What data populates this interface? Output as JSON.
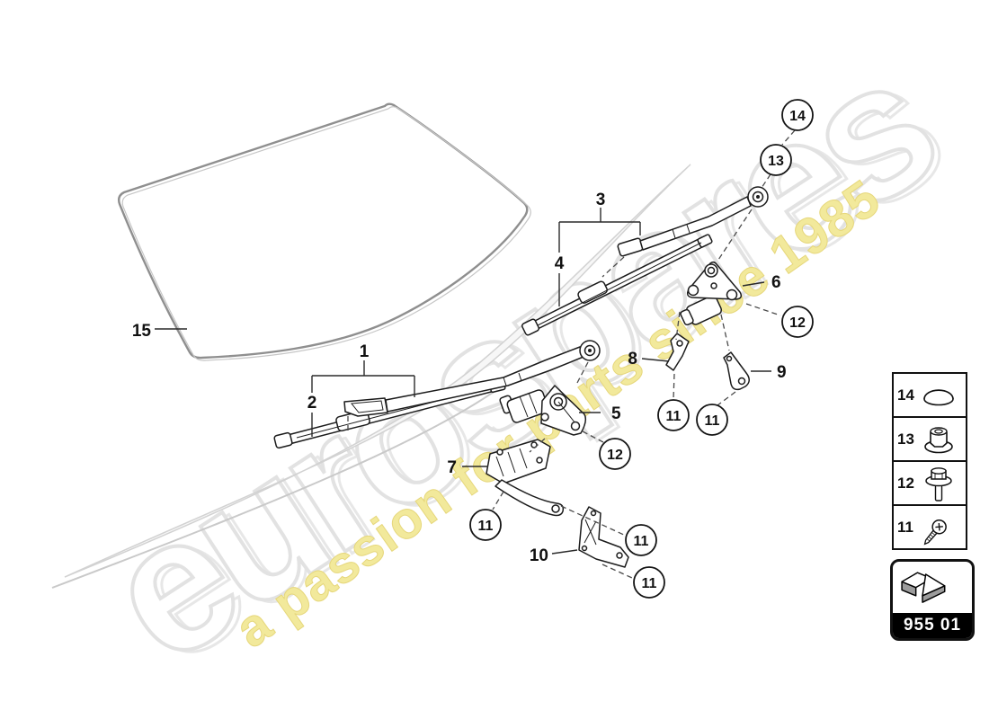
{
  "watermark": {
    "brand": "eurospares",
    "tagline": "a passion for parts since 1985"
  },
  "colors": {
    "brand_fill": "#ffffff",
    "brand_stroke": "#e2e2e2",
    "brand_shadow": "#d4d4d4",
    "tagline_fill": "#f2e99b",
    "tagline_stroke": "#e6d77c",
    "line_color": "#1c1c1c",
    "body_line": "#c9c9c9"
  },
  "plain_labels": [
    {
      "id": "part-1",
      "text": "1"
    },
    {
      "id": "part-2",
      "text": "2"
    },
    {
      "id": "part-3",
      "text": "3"
    },
    {
      "id": "part-4",
      "text": "4"
    },
    {
      "id": "part-5",
      "text": "5"
    },
    {
      "id": "part-6",
      "text": "6"
    },
    {
      "id": "part-7",
      "text": "7"
    },
    {
      "id": "part-8",
      "text": "8"
    },
    {
      "id": "part-9",
      "text": "9"
    },
    {
      "id": "part-10",
      "text": "10"
    },
    {
      "id": "part-15",
      "text": "15"
    }
  ],
  "circle_labels": [
    {
      "id": "callout-11a",
      "text": "11"
    },
    {
      "id": "callout-11b",
      "text": "11"
    },
    {
      "id": "callout-11c",
      "text": "11"
    },
    {
      "id": "callout-11d",
      "text": "11"
    },
    {
      "id": "callout-11e",
      "text": "11"
    },
    {
      "id": "callout-12a",
      "text": "12"
    },
    {
      "id": "callout-12b",
      "text": "12"
    },
    {
      "id": "callout-13",
      "text": "13"
    },
    {
      "id": "callout-14",
      "text": "14"
    }
  ],
  "legend": {
    "rows": [
      {
        "number": "14",
        "icon": "cap-icon"
      },
      {
        "number": "13",
        "icon": "flange-nut-icon"
      },
      {
        "number": "12",
        "icon": "flange-bolt-icon"
      },
      {
        "number": "11",
        "icon": "screw-icon"
      }
    ]
  },
  "code_box": {
    "code": "955 01"
  }
}
